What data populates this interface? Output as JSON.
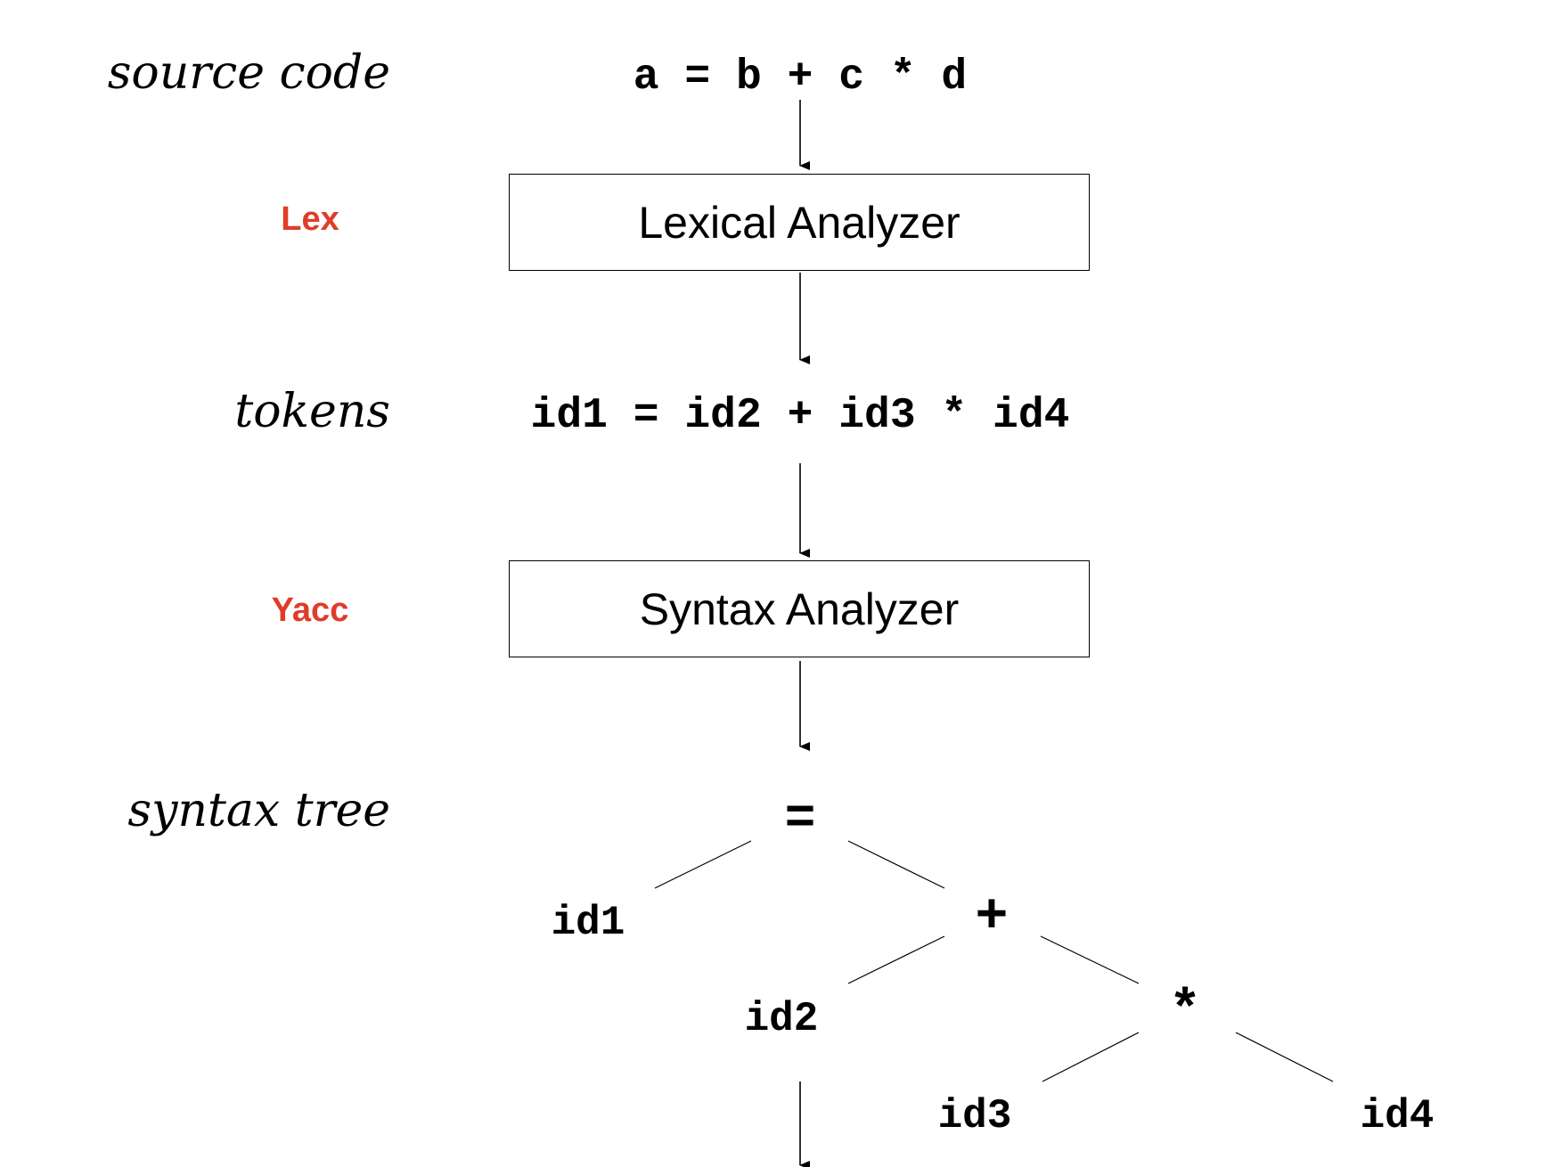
{
  "labels": {
    "source_code": "source code",
    "tokens": "tokens",
    "syntax_tree": "syntax tree"
  },
  "tools": {
    "lex": "Lex",
    "yacc": "Yacc",
    "color": "#e03c28"
  },
  "boxes": {
    "lexical": "Lexical Analyzer",
    "syntax": "Syntax Analyzer"
  },
  "code": {
    "source": "a = b + c * d",
    "tokens": "id1 = id2 + id3 * id4"
  },
  "tree": {
    "root": "=",
    "id1": "id1",
    "plus": "+",
    "id2": "id2",
    "star": "*",
    "id3": "id3",
    "id4": "id4"
  }
}
